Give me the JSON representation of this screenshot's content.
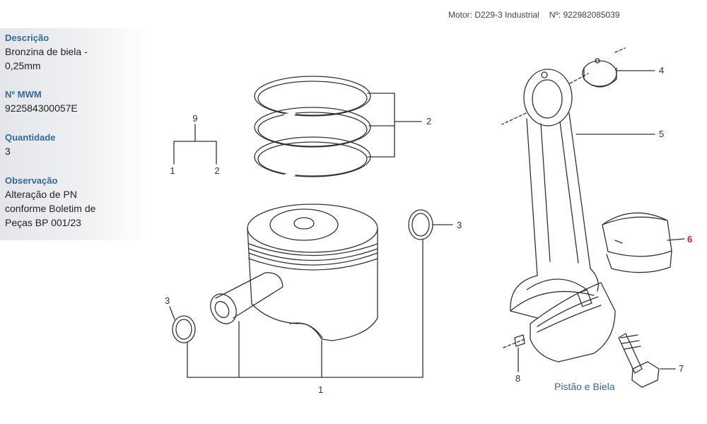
{
  "header": {
    "motor": "Motor: D229-3 Industrial",
    "numero": "Nº: 922982085039"
  },
  "sidebar": {
    "descricao": {
      "title": "Descrição",
      "value": [
        "Bronzina de biela -",
        "0,25mm"
      ]
    },
    "mwm": {
      "title": "Nº MWM",
      "value": [
        "922584300057E"
      ]
    },
    "quantidade": {
      "title": "Quantidade",
      "value": [
        "3"
      ]
    },
    "observacao": {
      "title": "Observação",
      "value": [
        "Alteração de PN",
        "conforme Boletim de",
        "Peças BP 001/23"
      ]
    }
  },
  "diagram": {
    "caption": "Pistão e Biela",
    "callouts": {
      "c9": "9",
      "c9a": "1",
      "c9b": "2",
      "c2": "2",
      "c3r": "3",
      "c3l": "3",
      "c1": "1",
      "c4": "4",
      "c5": "5",
      "c6": "6",
      "c7": "7",
      "c8": "8"
    },
    "highlight_color": "#cc2222",
    "caption_color": "#35699a"
  }
}
